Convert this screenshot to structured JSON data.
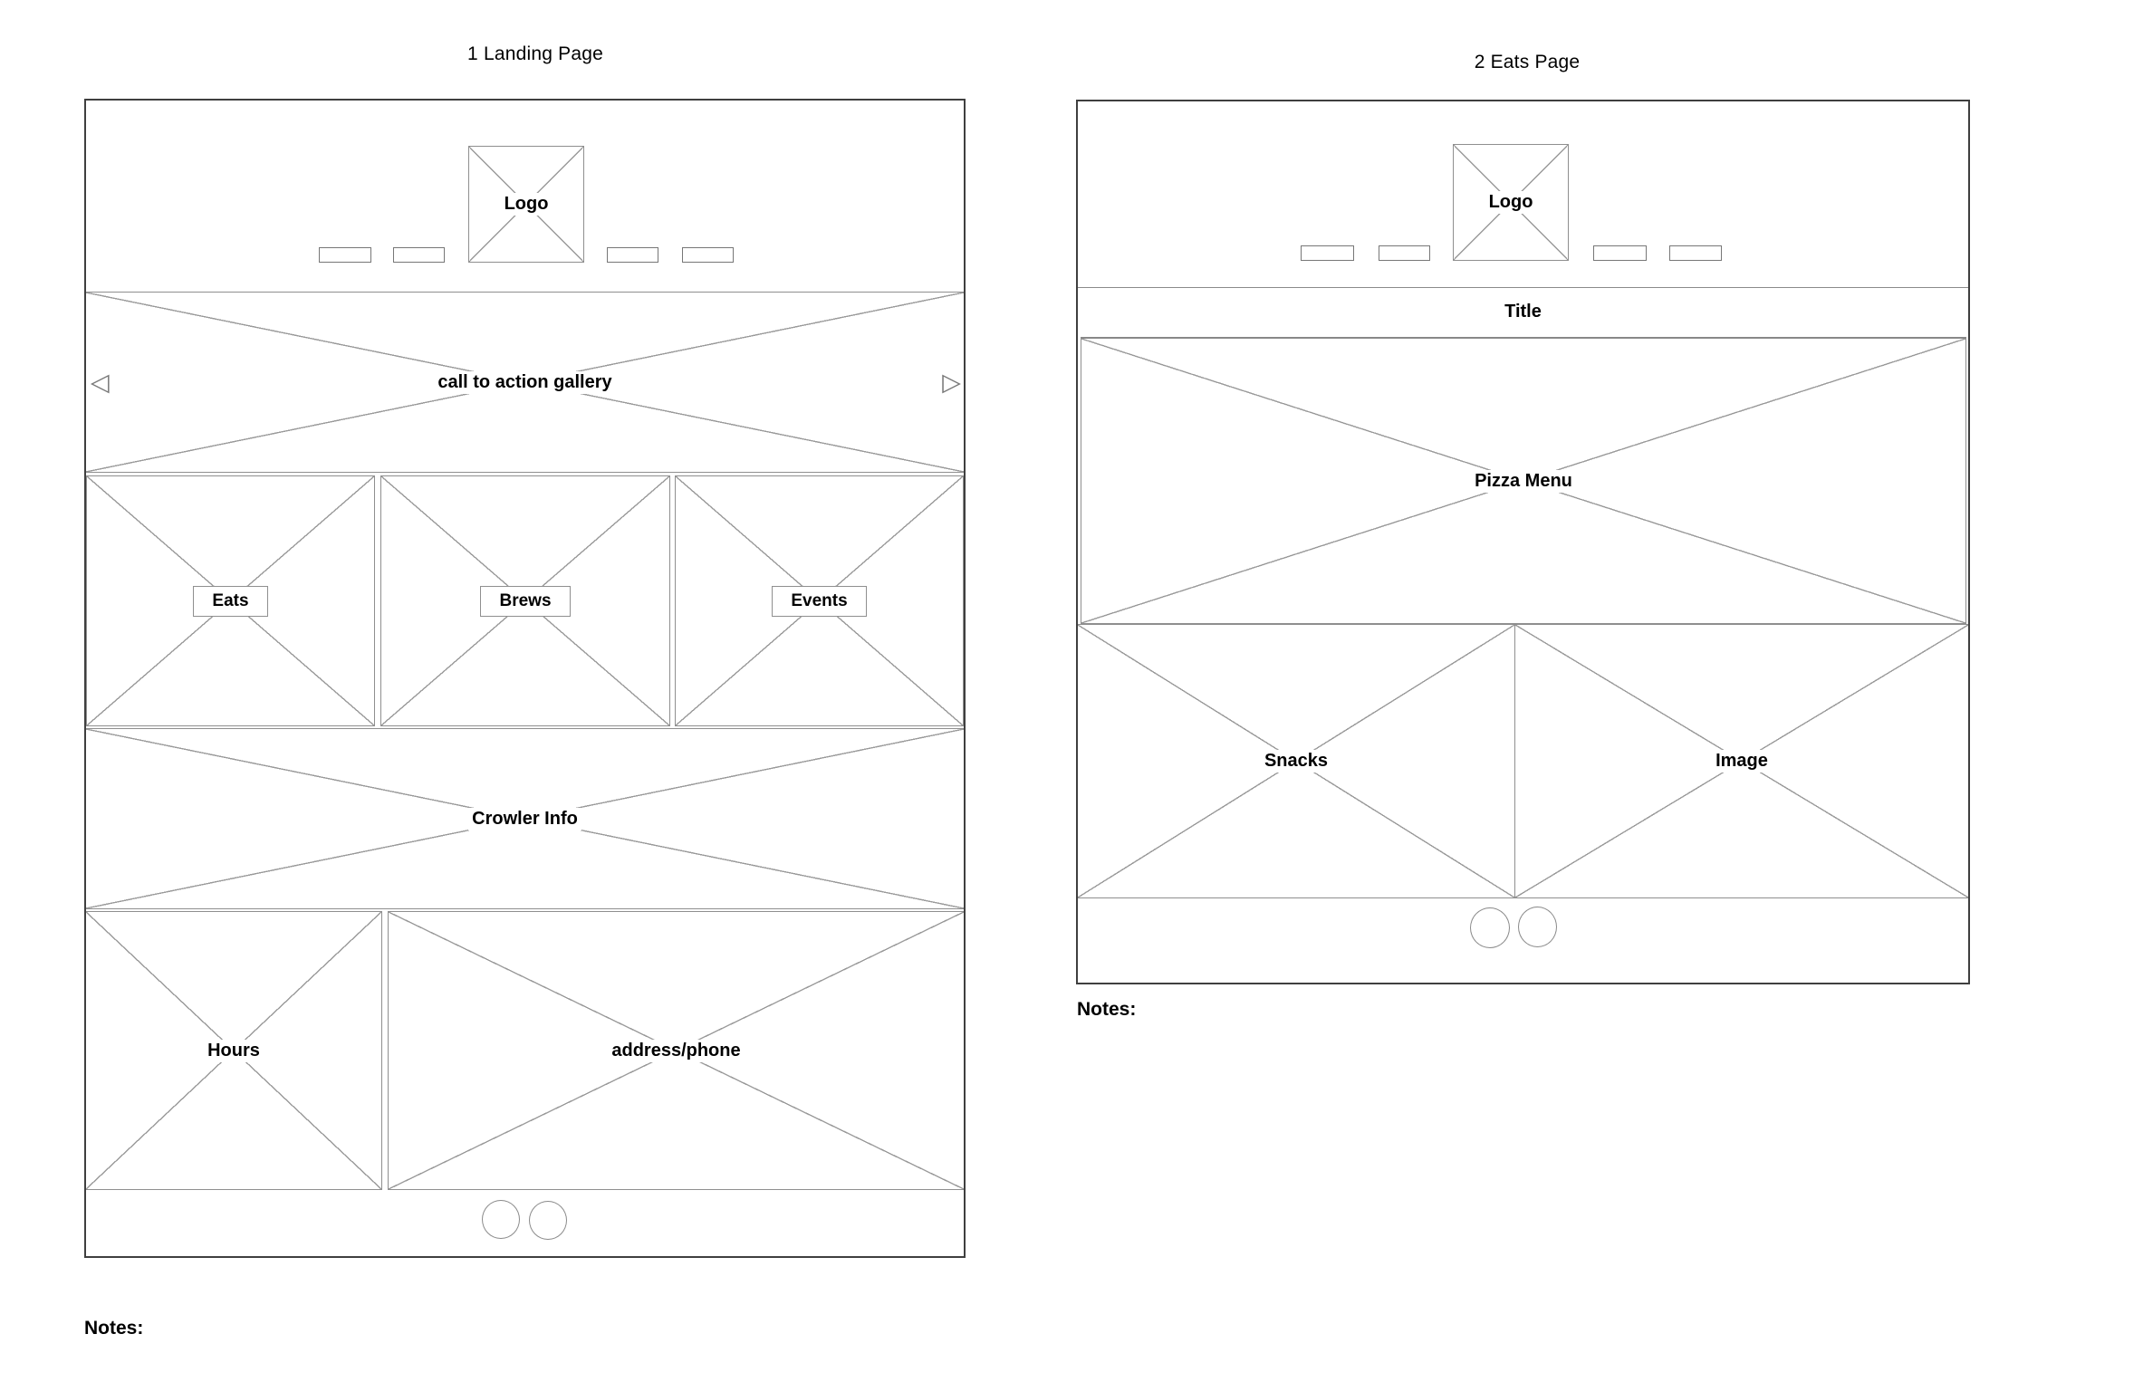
{
  "landing_page": {
    "title": "1 Landing Page",
    "logo_label": "Logo",
    "gallery": {
      "label": "call to action gallery",
      "prev_icon": "◁",
      "next_icon": "▷"
    },
    "categories": [
      {
        "label": "Eats"
      },
      {
        "label": "Brews"
      },
      {
        "label": "Events"
      }
    ],
    "crowler_label": "Crowler Info",
    "hours_label": "Hours",
    "address_label": "address/phone",
    "notes_label": "Notes:"
  },
  "eats_page": {
    "title": "2 Eats Page",
    "logo_label": "Logo",
    "title_label": "Title",
    "pizza_label": "Pizza Menu",
    "snacks_label": "Snacks",
    "image_label": "Image",
    "notes_label": "Notes:"
  },
  "colors": {
    "background": "#ffffff",
    "frame_border": "#3f3f3f",
    "line_gray": "#9a9a9a",
    "text": "#000000"
  }
}
